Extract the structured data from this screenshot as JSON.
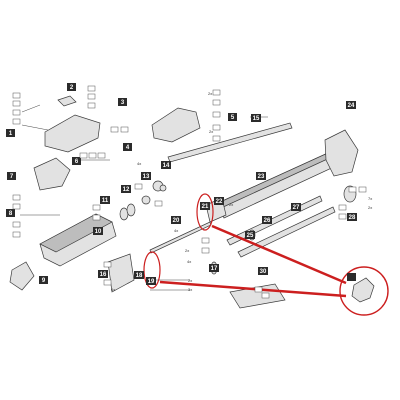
{
  "diagram": {
    "labels": {
      "l1": "1",
      "l2": "2",
      "l3": "3",
      "l4": "4",
      "l5": "5",
      "l6": "6",
      "l7": "7",
      "l8": "8",
      "l9": "9",
      "l10": "10",
      "l11": "11",
      "l12": "12",
      "l13": "13",
      "l14": "14",
      "l15": "15",
      "l16": "16",
      "l17": "17",
      "l18": "18",
      "l19": "19",
      "l20": "20",
      "l21": "21",
      "l22": "22",
      "l23": "23",
      "l24": "24",
      "l25": "25",
      "l26": "26",
      "l27": "27",
      "l28": "28",
      "l30": "30"
    },
    "qty_marks": {
      "x2": "2x",
      "x3": "3x",
      "x4": "4x",
      "x8": "8x",
      "x6": "6x",
      "x7": "7x",
      "x10": "10x"
    },
    "highlight": {
      "ring_color": "#cc1f1f"
    }
  }
}
